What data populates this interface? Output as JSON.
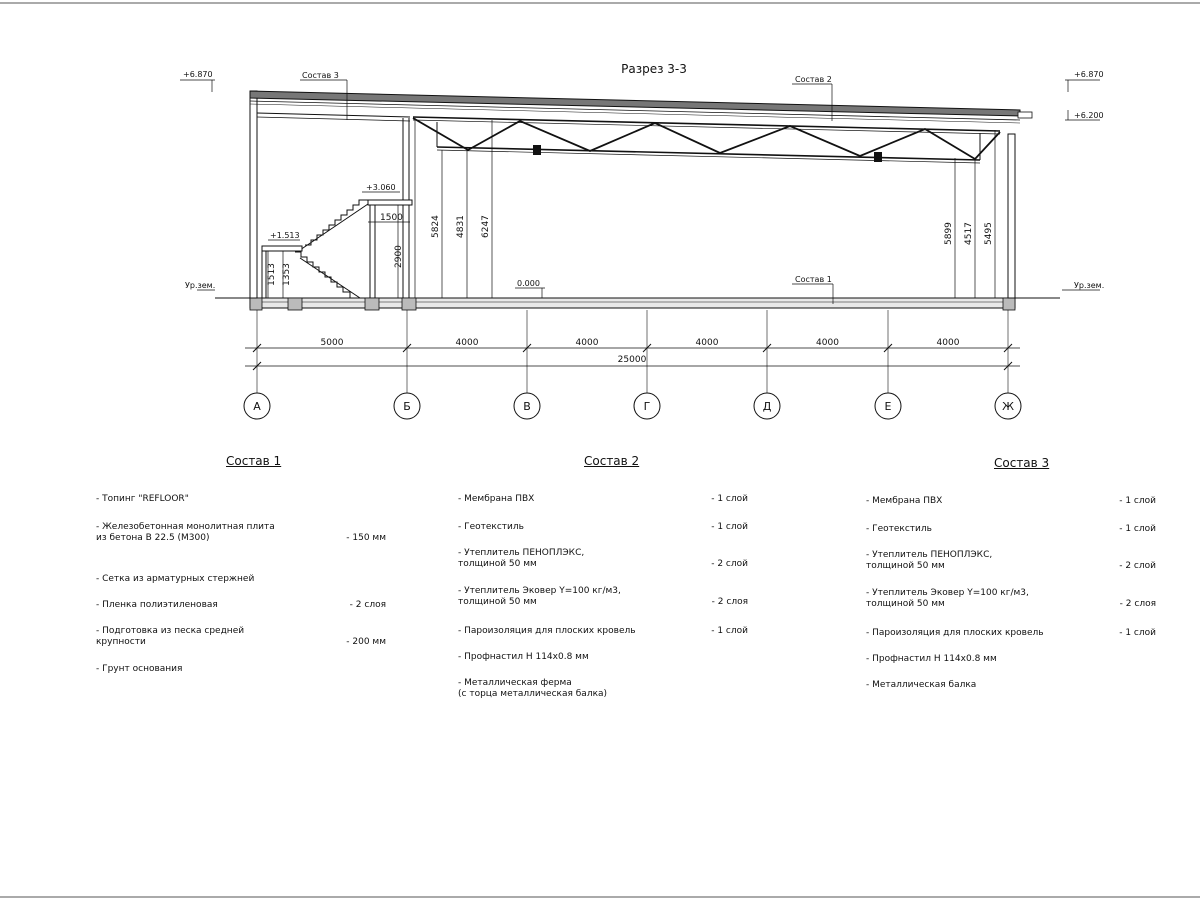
{
  "section": {
    "title": "Разрез 3-3",
    "labels": {
      "sostav1": "Состав 1",
      "sostav2": "Состав 2",
      "sostav3": "Состав 3",
      "ground_left": "Ур.зем.",
      "ground_right": "Ур.зем."
    },
    "elevations": {
      "top_left": "+6.870",
      "top_right": "+6.870",
      "eave_right": "+6.200",
      "landing_upper": "+3.060",
      "landing_lower": "+1.513",
      "zero": "0.000"
    },
    "heights": {
      "h1513": "1513",
      "h1353": "1353",
      "h2900": "2900",
      "h5824": "5824",
      "h4831": "4831",
      "h6247": "6247",
      "h5899": "5899",
      "h4517": "4517",
      "h5495": "5495",
      "landing_width": "1500"
    },
    "spans": [
      "5000",
      "4000",
      "4000",
      "4000",
      "4000",
      "4000"
    ],
    "total": "25000",
    "axes": [
      "А",
      "Б",
      "В",
      "Г",
      "Д",
      "Е",
      "Ж"
    ]
  },
  "legends": [
    {
      "title": "Состав 1",
      "rows": [
        {
          "name": "- Топинг \"REFLOOR\"",
          "qty": ""
        },
        {
          "name": "- Железобетонная  монолитная плита\n  из бетона В 22.5 (М300)",
          "qty": "- 150 мм"
        },
        {
          "name": "- Сетка из арматурных стержней",
          "qty": ""
        },
        {
          "name": "- Пленка полиэтиленовая",
          "qty": "- 2 слоя"
        },
        {
          "name": "- Подготовка из песка средней\n  крупности",
          "qty": "- 200 мм"
        },
        {
          "name": "- Грунт основания",
          "qty": ""
        }
      ]
    },
    {
      "title": "Состав 2",
      "rows": [
        {
          "name": "- Мембрана ПВХ",
          "qty": "- 1 слой"
        },
        {
          "name": "- Геотекстиль",
          "qty": "- 1 слой"
        },
        {
          "name": "- Утеплитель ПЕНОПЛЭКС,\n  толщиной 50 мм",
          "qty": "- 2 слой"
        },
        {
          "name": "- Утеплитель Эковер Y=100 кг/м3,\n  толщиной 50 мм",
          "qty": "- 2 слоя"
        },
        {
          "name": "- Пароизоляция для плоских кровель",
          "qty": "- 1 слой"
        },
        {
          "name": "- Профнастил Н 114х0.8 мм",
          "qty": ""
        },
        {
          "name": "- Металлическая ферма\n  (с торца металлическая балка)",
          "qty": ""
        }
      ]
    },
    {
      "title": "Состав 3",
      "rows": [
        {
          "name": "- Мембрана ПВХ",
          "qty": "- 1 слой"
        },
        {
          "name": "- Геотекстиль",
          "qty": "- 1 слой"
        },
        {
          "name": "- Утеплитель ПЕНОПЛЭКС,\n  толщиной 50 мм",
          "qty": "- 2 слой"
        },
        {
          "name": "- Утеплитель Эковер Y=100 кг/м3,\n  толщиной 50 мм",
          "qty": "- 2 слоя"
        },
        {
          "name": "- Пароизоляция для плоских кровель",
          "qty": "- 1 слой"
        },
        {
          "name": "- Профнастил Н 114х0.8 мм",
          "qty": ""
        },
        {
          "name": "- Металлическая балка",
          "qty": ""
        }
      ]
    }
  ]
}
